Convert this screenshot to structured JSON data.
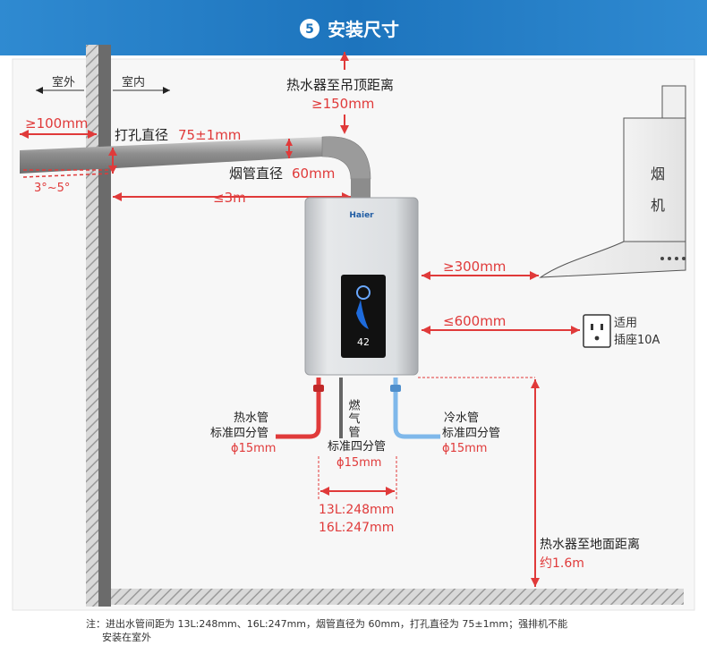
{
  "header": {
    "step_number": "5",
    "title": "安装尺寸"
  },
  "wall": {
    "outdoor_label": "室外",
    "indoor_label": "室内"
  },
  "dimensions": {
    "ceiling_label": "热水器至吊顶距离",
    "ceiling_value": "≥150mm",
    "pipe_out_value": "≥100mm",
    "hole_label": "打孔直径",
    "hole_value": "75±1mm",
    "slope_value": "3°~5°",
    "flue_label": "烟管直径",
    "flue_value": "60mm",
    "wall_dist_value": "≤3m",
    "hood_dist_value": "≥300mm",
    "socket_dist_value": "≤600mm",
    "floor_label": "热水器至地面距离",
    "floor_value": "约1.6m"
  },
  "heater": {
    "brand": "Haier",
    "display_value": "42"
  },
  "range_hood": {
    "label_line1": "烟",
    "label_line2": "机"
  },
  "socket": {
    "label_line1": "适用",
    "label_line2": "插座10A"
  },
  "pipes": {
    "hot_label": "热水管",
    "hot_std": "标准四分管",
    "hot_dia": "ϕ15mm",
    "gas_label": "燃气管",
    "gas_std": "标准四分管",
    "gas_dia": "ϕ15mm",
    "cold_label": "冷水管",
    "cold_std": "标准四分管",
    "cold_dia": "ϕ15mm",
    "spacing_13l": "13L:248mm",
    "spacing_16l": "16L:247mm"
  },
  "note": {
    "line1": "注：进出水管间距为 13L:248mm、16L:247mm，烟管直径为 60mm，打孔直径为 75±1mm；强排机不能",
    "line2": "安装在室外"
  }
}
